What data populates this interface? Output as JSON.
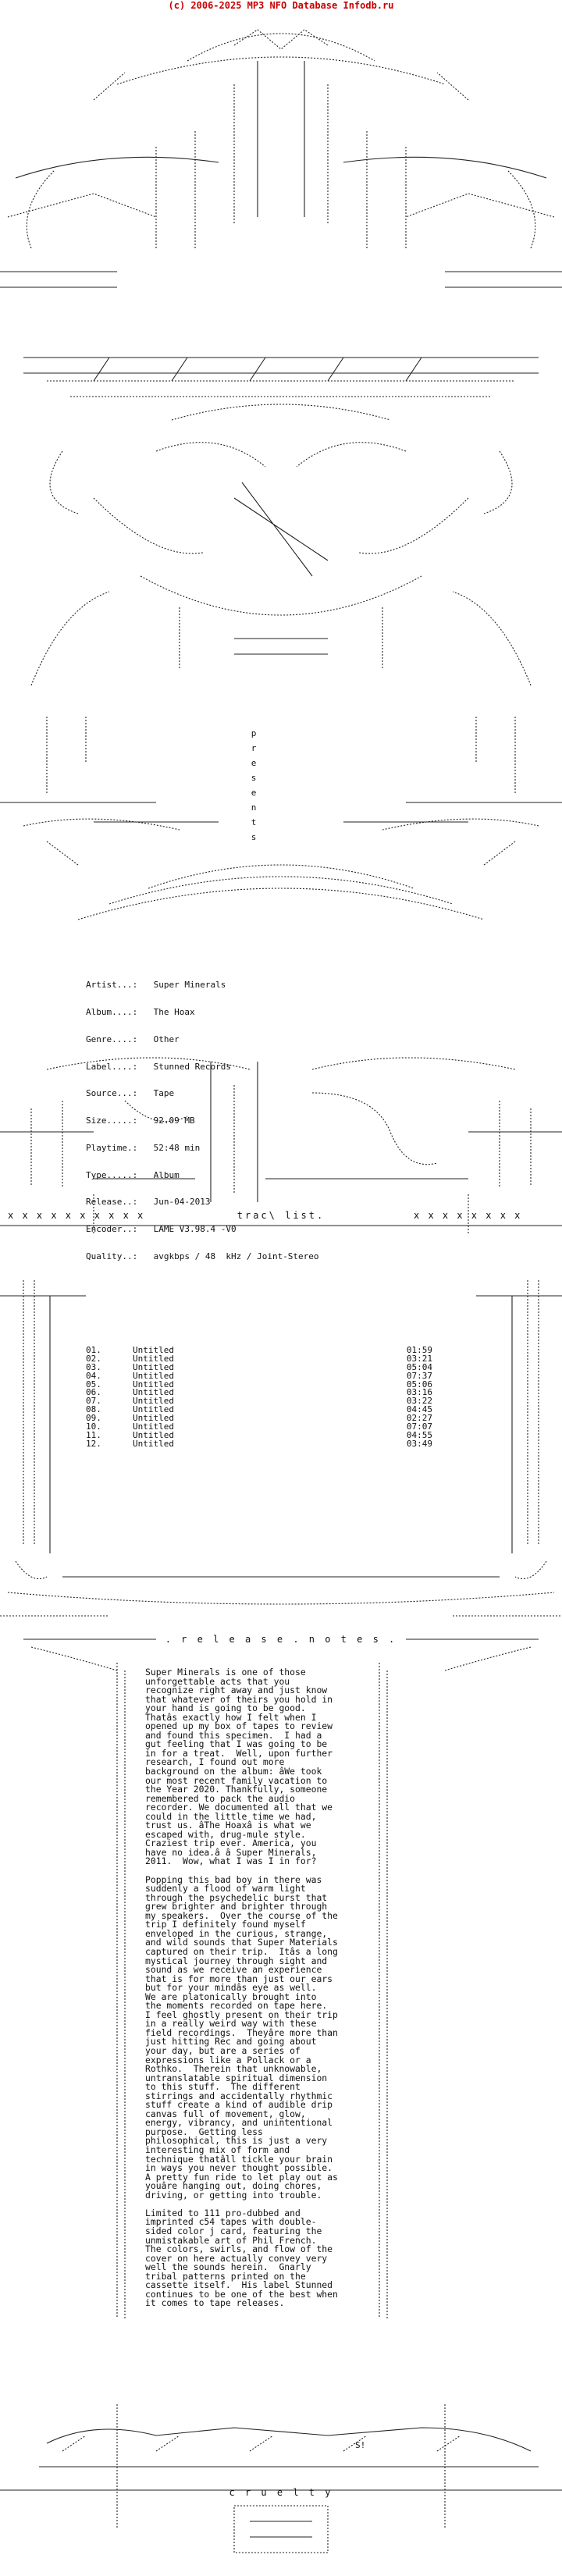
{
  "header": {
    "text": "(c) 2006-2025 MP3 NFO Database Infodb.ru"
  },
  "presents": [
    "p",
    "r",
    "e",
    "s",
    "e",
    "n",
    "t",
    "s"
  ],
  "release_info": [
    {
      "key": "Artist...:",
      "value": "Super Minerals"
    },
    {
      "key": "Album....:",
      "value": "The Hoax"
    },
    {
      "key": "Genre....:",
      "value": "Other"
    },
    {
      "key": "Label....:",
      "value": "Stunned Records"
    },
    {
      "key": "Source...:",
      "value": "Tape"
    },
    {
      "key": "Size.....:",
      "value": "92.09 MB"
    },
    {
      "key": "Playtime.:",
      "value": "52:48 min"
    },
    {
      "key": "Type.....:",
      "value": "Album"
    },
    {
      "key": "Release..:",
      "value": "Jun-04-2013"
    },
    {
      "key": "Encoder..:",
      "value": "LAME V3.98.4 -V0"
    },
    {
      "key": "Quality..:",
      "value": "avgkbps / 48  kHz / Joint-Stereo"
    }
  ],
  "tracklist": {
    "title": "trac\\  list.",
    "x_left": "x x x x x x x x x x",
    "x_right": "x x x x x x x x",
    "tracks": [
      {
        "num": "01.",
        "title": "Untitled",
        "time": "01:59"
      },
      {
        "num": "02.",
        "title": "Untitled",
        "time": "03:21"
      },
      {
        "num": "03.",
        "title": "Untitled",
        "time": "05:04"
      },
      {
        "num": "04.",
        "title": "Untitled",
        "time": "07:37"
      },
      {
        "num": "05.",
        "title": "Untitled",
        "time": "05:06"
      },
      {
        "num": "06.",
        "title": "Untitled",
        "time": "03:16"
      },
      {
        "num": "07.",
        "title": "Untitled",
        "time": "03:22"
      },
      {
        "num": "08.",
        "title": "Untitled",
        "time": "04:45"
      },
      {
        "num": "09.",
        "title": "Untitled",
        "time": "02:27"
      },
      {
        "num": "10.",
        "title": "Untitled",
        "time": "07:07"
      },
      {
        "num": "11.",
        "title": "Untitled",
        "time": "04:55"
      },
      {
        "num": "12.",
        "title": "Untitled",
        "time": "03:49"
      }
    ]
  },
  "release_notes": {
    "title": ". r e l e a s e . n o t e s .",
    "paragraphs": [
      "Super Minerals is one of those\nunforgettable acts that you\nrecognize right away and just know\nthat whatever of theirs you hold in\nyour hand is going to be good.\nThatâs exactly how I felt when I\nopened up my box of tapes to review\nand found this specimen.  I had a\ngut feeling that I was going to be\nin for a treat.  Well, upon further\nresearch, I found out more\nbackground on the album: âWe took\nour most recent family vacation to\nthe Year 2020. Thankfully, someone\nremembered to pack the audio\nrecorder. We documented all that we\ncould in the little time we had,\ntrust us. âThe Hoaxâ is what we\nescaped with, drug-mule style.\nCraziest trip ever. America, you\nhave no idea.â â Super Minerals,\n2011.  Wow, what I was I in for?",
      "Popping this bad boy in there was\nsuddenly a flood of warm light\nthrough the psychedelic burst that\ngrew brighter and brighter through\nmy speakers.  Over the course of the\ntrip I definitely found myself\nenveloped in the curious, strange,\nand wild sounds that Super Materials\ncaptured on their trip.  Itâs a long\nmystical journey through sight and\nsound as we receive an experience\nthat is for more than just our ears\nbut for your mindâs eye as well.\nWe are platonically brought into\nthe moments recorded on tape here.\nI feel ghostly present on their trip\nin a really weird way with these\nfield recordings.  Theyâre more than\njust hitting Rec and going about\nyour day, but are a series of\nexpressions like a Pollack or a\nRothko.  Therein that unknowable,\nuntranslatable spiritual dimension\nto this stuff.  The different\nstirrings and accidentally rhythmic\nstuff create a kind of audible drip\ncanvas full of movement, glow,\nenergy, vibrancy, and unintentional\npurpose.  Getting less\nphilosophical, this is just a very\ninteresting mix of form and\ntechnique thatâll tickle your brain\nin ways you never thought possible.\nA pretty fun ride to let play out as\nyouâre hanging out, doing chores,\ndriving, or getting into trouble.",
      "Limited to 111 pro-dubbed and\nimprinted c54 tapes with double-\nsided color j card, featuring the\nunmistakable art of Phil French.\nThe colors, swirls, and flow of the\ncover on here actually convey very\nwell the sounds herein.  Gnarly\ntribal patterns printed on the\ncassette itself.  His label Stunned\ncontinues to be one of the best when\nit comes to tape releases."
    ]
  },
  "footer": {
    "label": "c r u e l t y",
    "signature": "S!"
  },
  "colors": {
    "header": "#c80000",
    "text": "#111111",
    "background": "#ffffff"
  }
}
